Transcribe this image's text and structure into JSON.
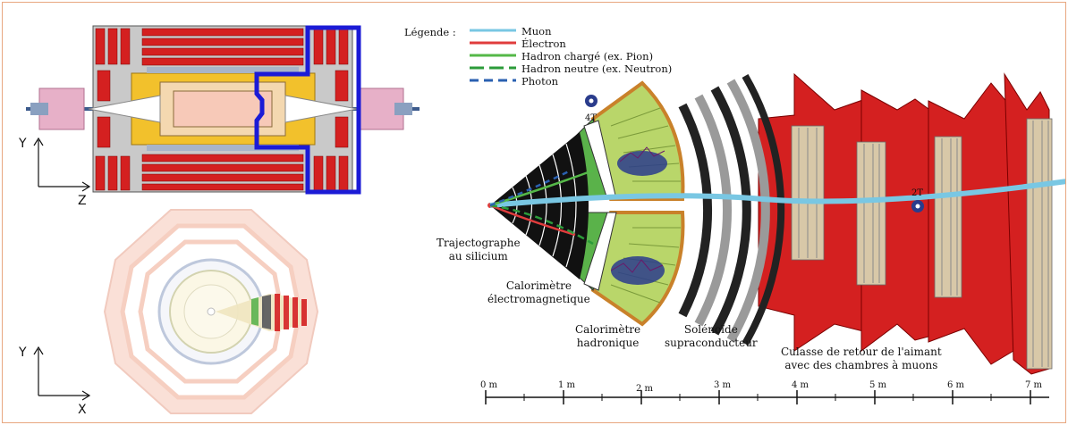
{
  "legend": {
    "title": "Légende :",
    "items": [
      {
        "label": "Muon",
        "color": "#79c7e3",
        "style": "solid"
      },
      {
        "label": "Électron",
        "color": "#e03c3c",
        "style": "solid"
      },
      {
        "label": "Hadron chargé (ex. Pion)",
        "color": "#55b848",
        "style": "solid"
      },
      {
        "label": "Hadron neutre (ex. Neutron)",
        "color": "#2c9b3a",
        "style": "dashed"
      },
      {
        "label": "Photon",
        "color": "#2a60b0",
        "style": "dashed"
      }
    ]
  },
  "field_labels": {
    "inner": "4T",
    "outer": "2T"
  },
  "components": {
    "tracker": "Trajectographe\nau silicium",
    "ecal": "Calorimètre\nélectromagnetique",
    "hcal": "Calorimètre\nhadronique",
    "solenoid": "Solénoïde\nsupraconducteur",
    "yoke": "Culasse de retour de l'aimant\navec des chambres à muons"
  },
  "scale": {
    "ticks": [
      "0 m",
      "1 m",
      "2 m",
      "3 m",
      "4 m",
      "5 m",
      "6 m",
      "7 m"
    ]
  },
  "views": {
    "side": {
      "vertical_axis": "Y",
      "horizontal_axis": "Z"
    },
    "front": {
      "vertical_axis": "Y",
      "horizontal_axis": "X"
    }
  },
  "colors": {
    "yoke_red": "#d42020",
    "hcal_green": "#b9d66a",
    "hcal_border": "#c9812a",
    "solenoid_grey": "#9a9a9a",
    "highlight_blue": "#1b1bd6",
    "frame_border": "#e8a780"
  }
}
